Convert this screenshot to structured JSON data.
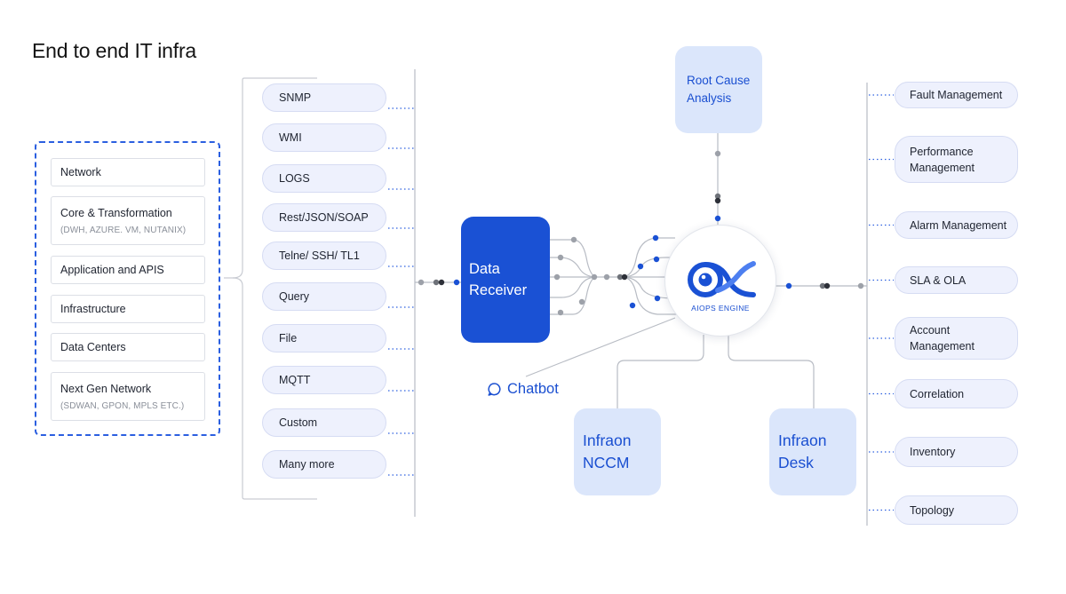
{
  "title": "End to end IT infra",
  "infra": [
    {
      "label": "Network",
      "sub": ""
    },
    {
      "label": "Core & Transformation",
      "sub": "(DWH, AZURE. VM, NUTANIX)"
    },
    {
      "label": "Application and APIS",
      "sub": ""
    },
    {
      "label": "Infrastructure",
      "sub": ""
    },
    {
      "label": "Data Centers",
      "sub": ""
    },
    {
      "label": "Next Gen Network",
      "sub": "(SDWAN, GPON, MPLS ETC.)"
    }
  ],
  "protocols": [
    "SNMP",
    "WMI",
    "LOGS",
    "Rest/JSON/SOAP",
    "Telne/ SSH/ TL1",
    "Query",
    "File",
    "MQTT",
    "Custom",
    "Many more"
  ],
  "receiver": {
    "line1": "Data",
    "line2": "Receiver"
  },
  "engine": {
    "label": "AIOPS ENGINE",
    "logo_icon": "aiops-eye-logo-icon"
  },
  "rca": {
    "line1": "Root Cause",
    "line2": "Analysis"
  },
  "chatbot": {
    "label": "Chatbot",
    "icon": "chat-bubble-icon"
  },
  "nccm": {
    "line1": "Infraon",
    "line2": "NCCM"
  },
  "desk": {
    "line1": "Infraon",
    "line2": "Desk"
  },
  "outputs": [
    {
      "line1": "Fault Management",
      "line2": ""
    },
    {
      "line1": "Performance",
      "line2": "Management"
    },
    {
      "line1": "Alarm Management",
      "line2": ""
    },
    {
      "line1": "SLA & OLA",
      "line2": ""
    },
    {
      "line1": "Account",
      "line2": "Management"
    },
    {
      "line1": "Correlation",
      "line2": ""
    },
    {
      "line1": "Inventory",
      "line2": ""
    },
    {
      "line1": "Topology",
      "line2": ""
    }
  ],
  "colors": {
    "accent": "#1a51d4",
    "tile": "#dbe6fb",
    "pill": "#eef1fd",
    "dashed_frame": "#2b5fe0"
  }
}
